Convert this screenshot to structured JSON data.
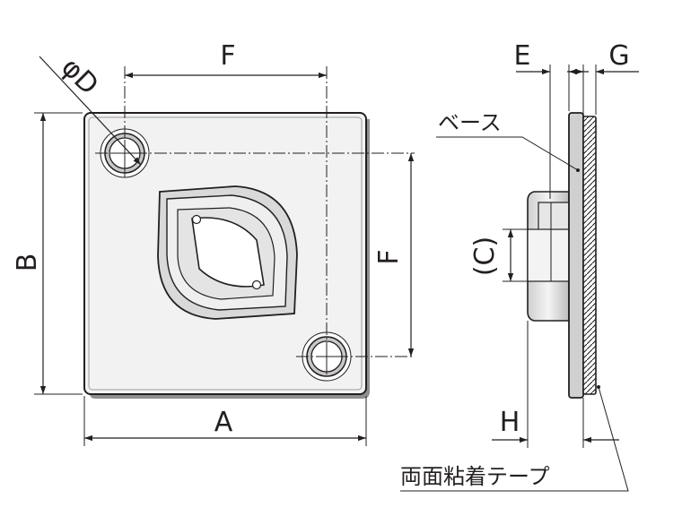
{
  "dimensions": {
    "A": "A",
    "B": "B",
    "C": "(C)",
    "D": "φD",
    "E": "E",
    "F_top": "F",
    "F_right": "F",
    "G": "G",
    "H": "H"
  },
  "callouts": {
    "base": "ベース",
    "tape": "両面粘着テープ"
  },
  "colors": {
    "line": "#231f20",
    "plate_fill": "#f2f2f2",
    "shadow": "#9a9a9a"
  }
}
